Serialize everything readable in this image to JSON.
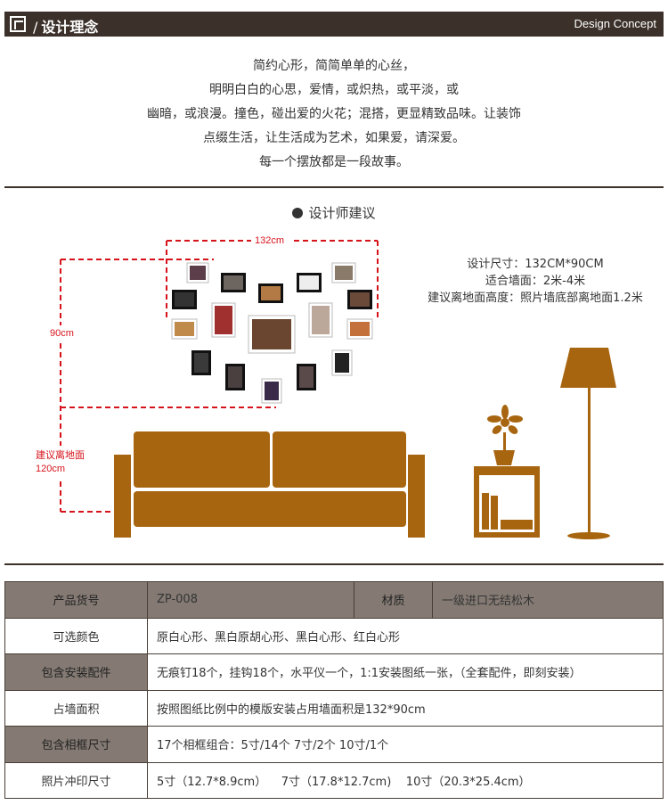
{
  "header": {
    "title": "设计理念",
    "en_title": "Design Concept"
  },
  "intro": {
    "lines": [
      "简约心形，简简单单的心丝，",
      "明明白白的心思，爱情，或炽热，或平淡，或",
      "幽暗，或浪漫。撞色，碰出爱的火花；混搭，更显精致品味。让装饰",
      "点缀生活，让生活成为艺术，如果爱，请深爱。",
      "每一个摆放都是一段故事。"
    ]
  },
  "scene": {
    "title": "设计师建议",
    "specs": [
      "设计尺寸：132CM*90CM",
      "适合墙面：2米-4米",
      "建议离地面高度：照片墙底部离地面1.2米"
    ],
    "dim_width": "132cm",
    "dim_height": "90cm",
    "dim_floor_line1": "建议离地面",
    "dim_floor_line2": "120cm"
  },
  "table": {
    "rows": [
      {
        "label": "产品货号",
        "value": "ZP-008",
        "label2": "材质",
        "value2": "一级进口无结松木"
      },
      {
        "label": "可选颜色",
        "value": "原白心形、黑白原胡心形、黑白心形、红白心形"
      },
      {
        "label": "包含安装配件",
        "value": "无痕钉18个，挂钩18个，水平仪一个，1:1安装图纸一张，（全套配件，即刻安装）"
      },
      {
        "label": "占墙面积",
        "value": "按照图纸比例中的模版安装占用墙面积是132*90cm"
      },
      {
        "label": "包含相框尺寸",
        "value": "17个相框组合：5寸/14个    7寸/2个    10寸/1个"
      },
      {
        "label": "照片冲印尺寸",
        "value": "5寸（12.7*8.9cm）    7寸（17.8*12.7cm)    10寸（20.3*25.4cm）"
      }
    ]
  },
  "colors": {
    "header_bg": "#3b302a",
    "furniture": "#a8650f",
    "dimension_red": "#d6131b",
    "table_dark_row": "#847a73"
  }
}
